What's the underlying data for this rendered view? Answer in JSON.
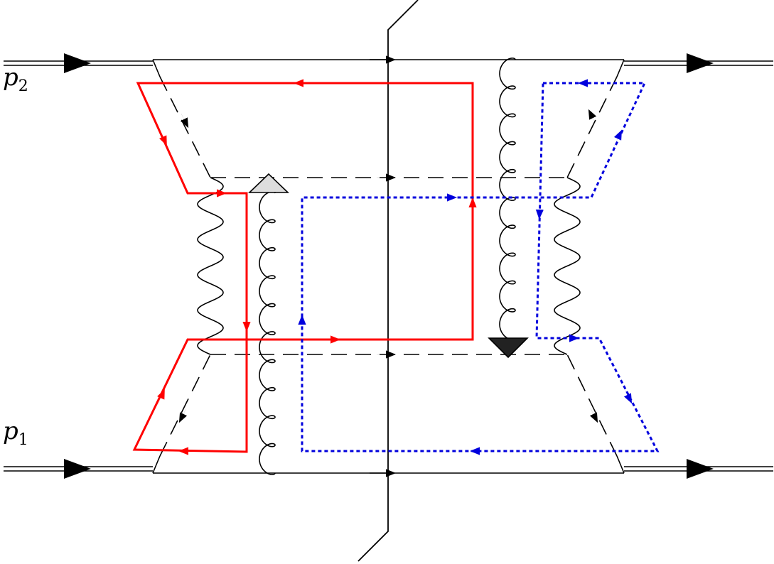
{
  "labels": {
    "p2": {
      "symbol": "p",
      "subscript": "2"
    },
    "p1": {
      "symbol": "p",
      "subscript": "1"
    }
  },
  "colors": {
    "line": "#000000",
    "red_loop": "#ff0000",
    "blue_loop": "#0000dd",
    "vertex_light": "#dddddd",
    "vertex_dark": "#222222"
  }
}
